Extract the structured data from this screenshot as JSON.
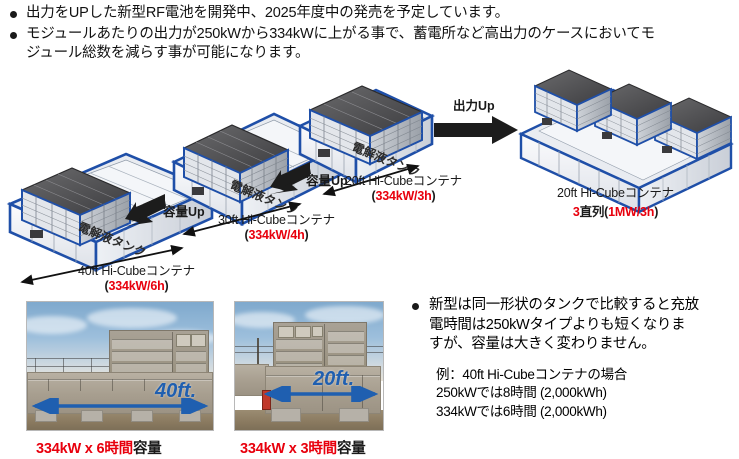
{
  "bullets": [
    "出力をUPした新型RF電池を開発中、2025年度中の発売を予定しています。",
    "モジュールあたりの出力が250kWから334kWに上がる事で、蓄電所など高出力のケースにおいてモ\nジュール総数を減らす事が可能になります。"
  ],
  "diagram": {
    "tank_label": "電解液タンク",
    "capacity_up": "容量Up",
    "output_up": "出力Up",
    "units": [
      {
        "name": "40ft",
        "line1": "40ft Hi-Cubeコンテナ",
        "spec": "334kW/6h"
      },
      {
        "name": "30ft",
        "line1": "30ft Hi-Cubeコンテナ",
        "spec": "334kW/4h"
      },
      {
        "name": "20ft",
        "line1": "20ft Hi-Cubeコンテナ",
        "spec": "334kW/3h"
      },
      {
        "name": "20ft-x3",
        "line1": "20ft Hi-Cubeコンテナ",
        "prefix": "3",
        "mid": "直列(",
        "spec": "1MW/3h",
        "suffix": ")"
      }
    ]
  },
  "photos": [
    {
      "dimension": "40ft.",
      "caption_red": "334kW x 6時間",
      "caption_black": "容量"
    },
    {
      "dimension": "20ft.",
      "caption_red": "334kW x 3時間",
      "caption_black": "容量"
    }
  ],
  "note": {
    "body": "新型は同一形状のタンクで比較すると充放\n電時間は250kWタイプよりも短くなりま\nすが、容量は大きく変わりません。",
    "example": "例：40ft Hi-Cubeコンテナの場合\n  250kWでは8時間 (2,000kWh)\n  334kWでは6時間 (2,000kWh)"
  },
  "colors": {
    "accent_red": "#e8000d",
    "frame_blue": "#1f4fa8",
    "dim_blue": "#1f5fb0"
  }
}
